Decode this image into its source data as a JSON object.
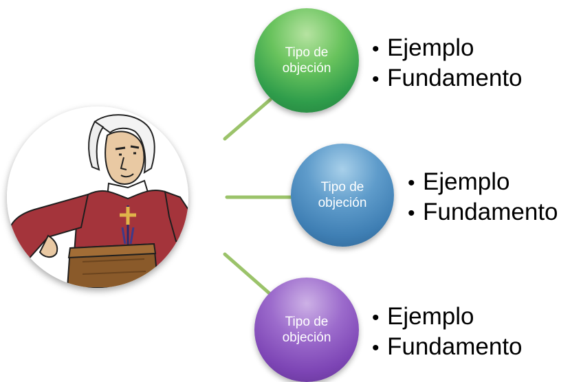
{
  "nodes": [
    {
      "label": "Tipo de objeción",
      "color": "#4bb356",
      "bullets": [
        "Ejemplo",
        "Fundamento"
      ]
    },
    {
      "label": "Tipo de objeción",
      "color": "#4f8fc3",
      "bullets": [
        "Ejemplo",
        "Fundamento"
      ]
    },
    {
      "label": "Tipo de objeción",
      "color": "#8b55c2",
      "bullets": [
        "Ejemplo",
        "Fundamento"
      ]
    }
  ],
  "connector_color": "#9bc36a",
  "center_image": "judge-cartoon-icon"
}
